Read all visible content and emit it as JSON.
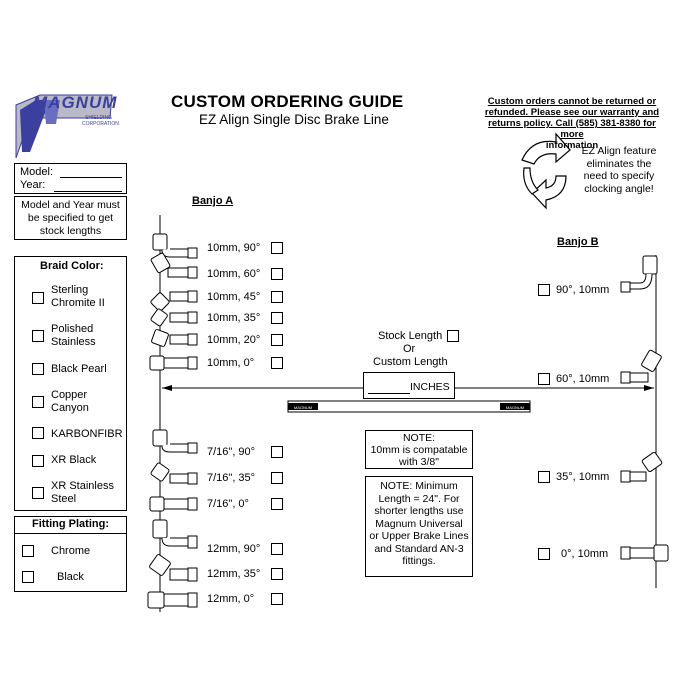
{
  "logo": {
    "wordmark": "MAGNUM",
    "tagline_line1": "SHIELDING",
    "tagline_line2": "CORPORATION",
    "colors": {
      "primary": "#3b3f9e",
      "chrome": "#b9b9c7"
    }
  },
  "header": {
    "title": "CUSTOM ORDERING GUIDE",
    "subtitle": "EZ Align Single Disc Brake Line"
  },
  "notice": {
    "line1": "Custom orders cannot be returned or",
    "line2": "refunded. Please see our warranty and",
    "line3": "returns policy. Call (585) 381-8380 for more",
    "line4": "information"
  },
  "ez_align": {
    "icon": "rotate-arrows-icon",
    "line1": "EZ Align feature",
    "line2": "eliminates the",
    "line3": "need to specify",
    "line4": "clocking angle!"
  },
  "vehicle": {
    "model_label": "Model:",
    "model_value": "",
    "year_label": "Year:",
    "year_value": ""
  },
  "model_note": {
    "line1": "Model and Year must",
    "line2": "be specified to get",
    "line3": "stock lengths"
  },
  "braid_color": {
    "header": "Braid Color:",
    "options": [
      {
        "line1": "Sterling",
        "line2": "Chromite II"
      },
      {
        "line1": "Polished",
        "line2": "Stainless"
      },
      {
        "line1": "Black Pearl",
        "line2": ""
      },
      {
        "line1": "Copper",
        "line2": "Canyon"
      },
      {
        "line1": "KARBONFIBR",
        "line2": ""
      },
      {
        "line1": "XR Black",
        "line2": ""
      },
      {
        "line1": "XR Stainless",
        "line2": "Steel"
      }
    ]
  },
  "fitting_plating": {
    "header": "Fitting Plating:",
    "options": [
      "Chrome",
      "Black"
    ]
  },
  "banjo_a": {
    "header": "Banjo A",
    "options": [
      "10mm, 90°",
      "10mm, 60°",
      "10mm, 45°",
      "10mm, 35°",
      "10mm, 20°",
      "10mm, 0°",
      "7/16\", 90°",
      "7/16\", 35°",
      "7/16\", 0°",
      "12mm, 90°",
      "12mm, 35°",
      "12mm, 0°"
    ]
  },
  "banjo_b": {
    "header": "Banjo B",
    "options": [
      "90°, 10mm",
      "60°, 10mm",
      "35°, 10mm",
      "0°, 10mm"
    ]
  },
  "length": {
    "stock_label": "Stock Length",
    "or_label": "Or",
    "custom_label": "Custom Length",
    "value": "",
    "units": "INCHES",
    "hose_label_left": "MAGNUM",
    "hose_label_right": "MAGNUM"
  },
  "note_10mm": {
    "line1": "NOTE:",
    "line2": "10mm is compatable",
    "line3": "with 3/8\""
  },
  "note_minimum": {
    "line1": "NOTE: Minimum",
    "line2": "Length = 24\". For",
    "line3": "shorter lengths use",
    "line4": "Magnum Universal",
    "line5": "or Upper Brake Lines",
    "line6": "and Standard AN-3",
    "line7": "fittings."
  }
}
